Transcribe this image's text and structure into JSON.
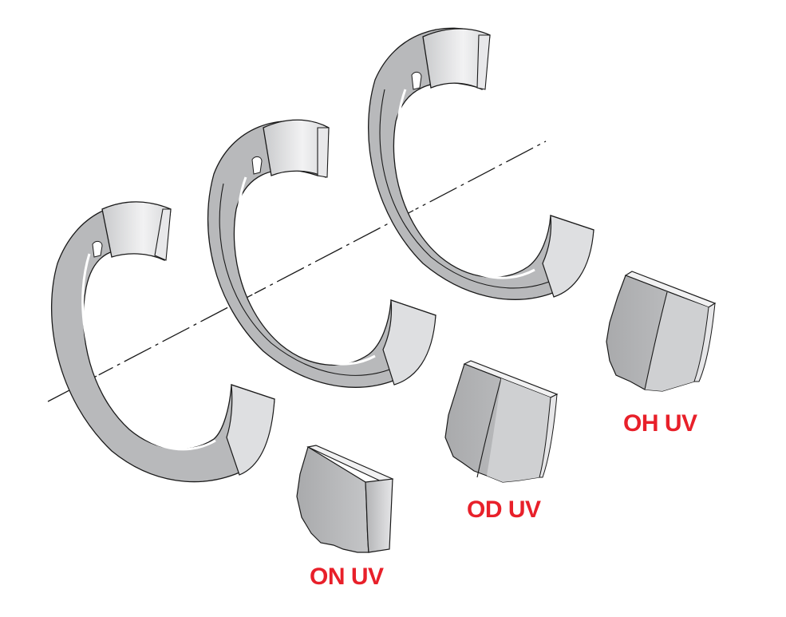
{
  "labels": {
    "on_uv": "ON UV",
    "od_uv": "OD UV",
    "oh_uv": "OH UV"
  },
  "colors": {
    "label": "#e8202a",
    "ring_face": "#b8b9bb",
    "ring_edge": "#dcdcde",
    "ring_stroke": "#1a1a1a",
    "axis_line": "#1a1a1a"
  }
}
